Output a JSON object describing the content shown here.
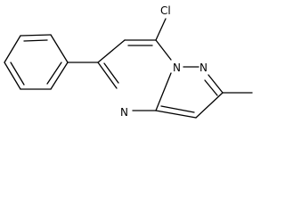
{
  "molecule": {
    "atom_labels": {
      "chlorine": "Cl",
      "nitrogen_bridge": "N",
      "nitrogen_pyrazole": "N",
      "nitrogen_pyrimidine": "N"
    },
    "bond_color": "#000000",
    "background": "#ffffff"
  }
}
